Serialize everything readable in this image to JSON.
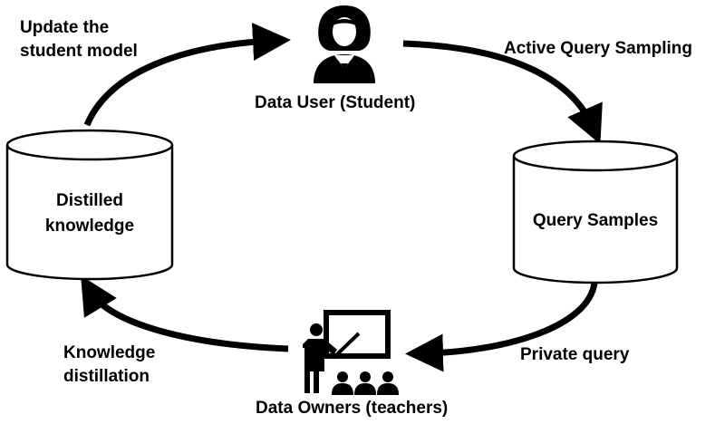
{
  "nodes": {
    "student": {
      "label": "Data User (Student)"
    },
    "teachers": {
      "label": "Data Owners (teachers)"
    },
    "distilled": {
      "line1": "Distilled",
      "line2": "knowledge"
    },
    "query_samples": {
      "label": "Query Samples"
    }
  },
  "edges": {
    "update": {
      "line1": "Update the",
      "line2": "student model"
    },
    "active_query": {
      "label": "Active Query Sampling"
    },
    "private_query": {
      "label": "Private query"
    },
    "distillation": {
      "line1": "Knowledge",
      "line2": "distillation"
    }
  },
  "colors": {
    "stroke": "#000000",
    "fill": "#ffffff"
  },
  "icons": {
    "student": "student-person-icon",
    "teacher": "teacher-at-board-icon",
    "audience": "audience-people-icon"
  }
}
